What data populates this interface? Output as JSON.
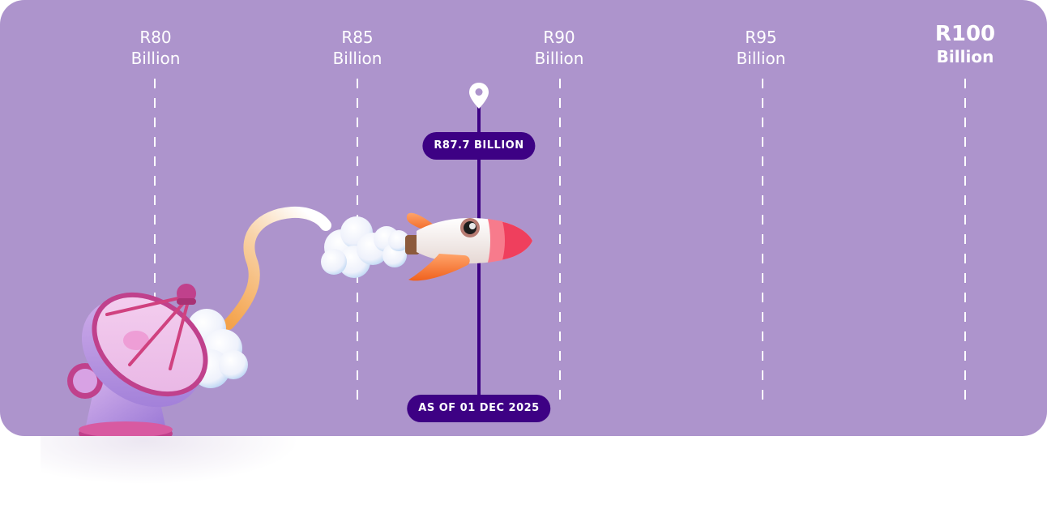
{
  "chart_data": {
    "type": "timeline-progress",
    "title": "",
    "axis": {
      "ticks": [
        {
          "value": "R80",
          "unit": "Billion",
          "numeric": 80,
          "emphasis": false
        },
        {
          "value": "R85",
          "unit": "Billion",
          "numeric": 85,
          "emphasis": false
        },
        {
          "value": "R90",
          "unit": "Billion",
          "numeric": 90,
          "emphasis": false
        },
        {
          "value": "R95",
          "unit": "Billion",
          "numeric": 95,
          "emphasis": false
        },
        {
          "value": "R100",
          "unit": "Billion",
          "numeric": 100,
          "emphasis": true
        }
      ],
      "range": [
        80,
        100
      ],
      "grid": "dashed-vertical"
    },
    "current": {
      "value": 87.7,
      "label": "R87.7 BILLION",
      "as_of": "AS OF 01 DEC 2025"
    },
    "target": 100
  },
  "colors": {
    "panel_bg": "#ad94cc",
    "marker": "#3d0184",
    "text": "#ffffff"
  },
  "icons": {
    "pin": "location-pin-icon",
    "rocket": "rocket-illustration",
    "dish": "satellite-dish-illustration"
  }
}
